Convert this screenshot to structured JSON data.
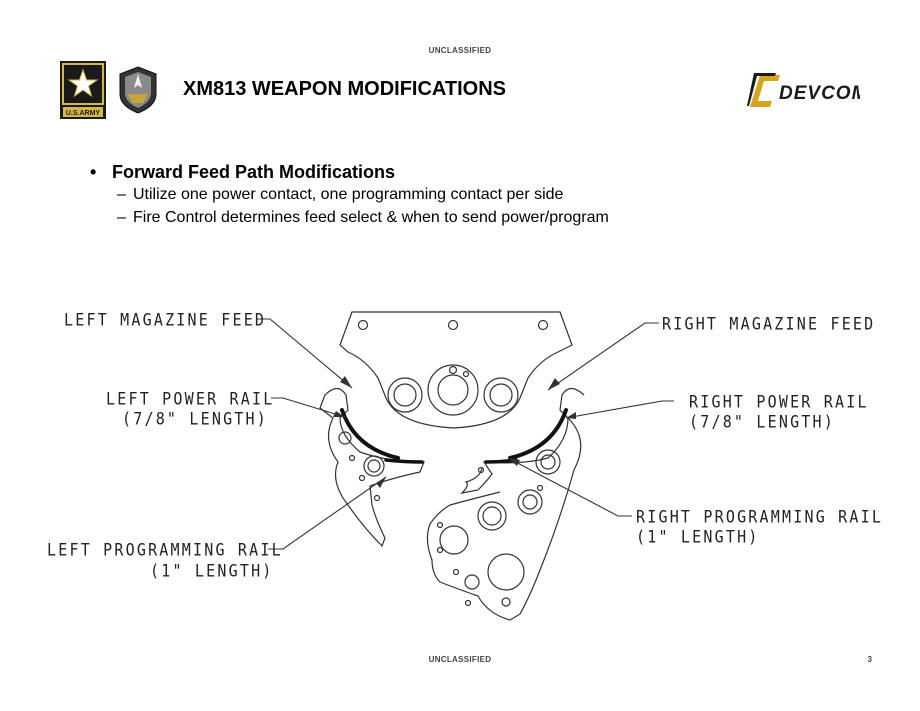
{
  "header": {
    "classification_top": "UNCLASSIFIED",
    "title": "XM813 WEAPON MODIFICATIONS",
    "army_logo_text": "U.S.ARMY",
    "devcom_logo_text": "DEVCOM"
  },
  "content": {
    "bullet": "Forward Feed Path Modifications",
    "sub_bullets": [
      "Utilize one power contact, one programming contact per side",
      "Fire Control determines feed select & when to send power/program"
    ]
  },
  "diagram": {
    "labels": {
      "left_magazine_feed": "LEFT MAGAZINE FEED",
      "right_magazine_feed": "RIGHT MAGAZINE FEED",
      "left_power_rail": "LEFT POWER RAIL",
      "left_power_rail_len": "(7/8\" LENGTH)",
      "right_power_rail": "RIGHT POWER RAIL",
      "right_power_rail_len": "(7/8\" LENGTH)",
      "left_programming_rail": "LEFT PROGRAMMING RAIL",
      "left_programming_rail_len": "(1\" LENGTH)",
      "right_programming_rail": "RIGHT PROGRAMMING RAIL",
      "right_programming_rail_len": "(1\" LENGTH)"
    }
  },
  "footer": {
    "classification_bottom": "UNCLASSIFIED",
    "page_number": "3"
  }
}
